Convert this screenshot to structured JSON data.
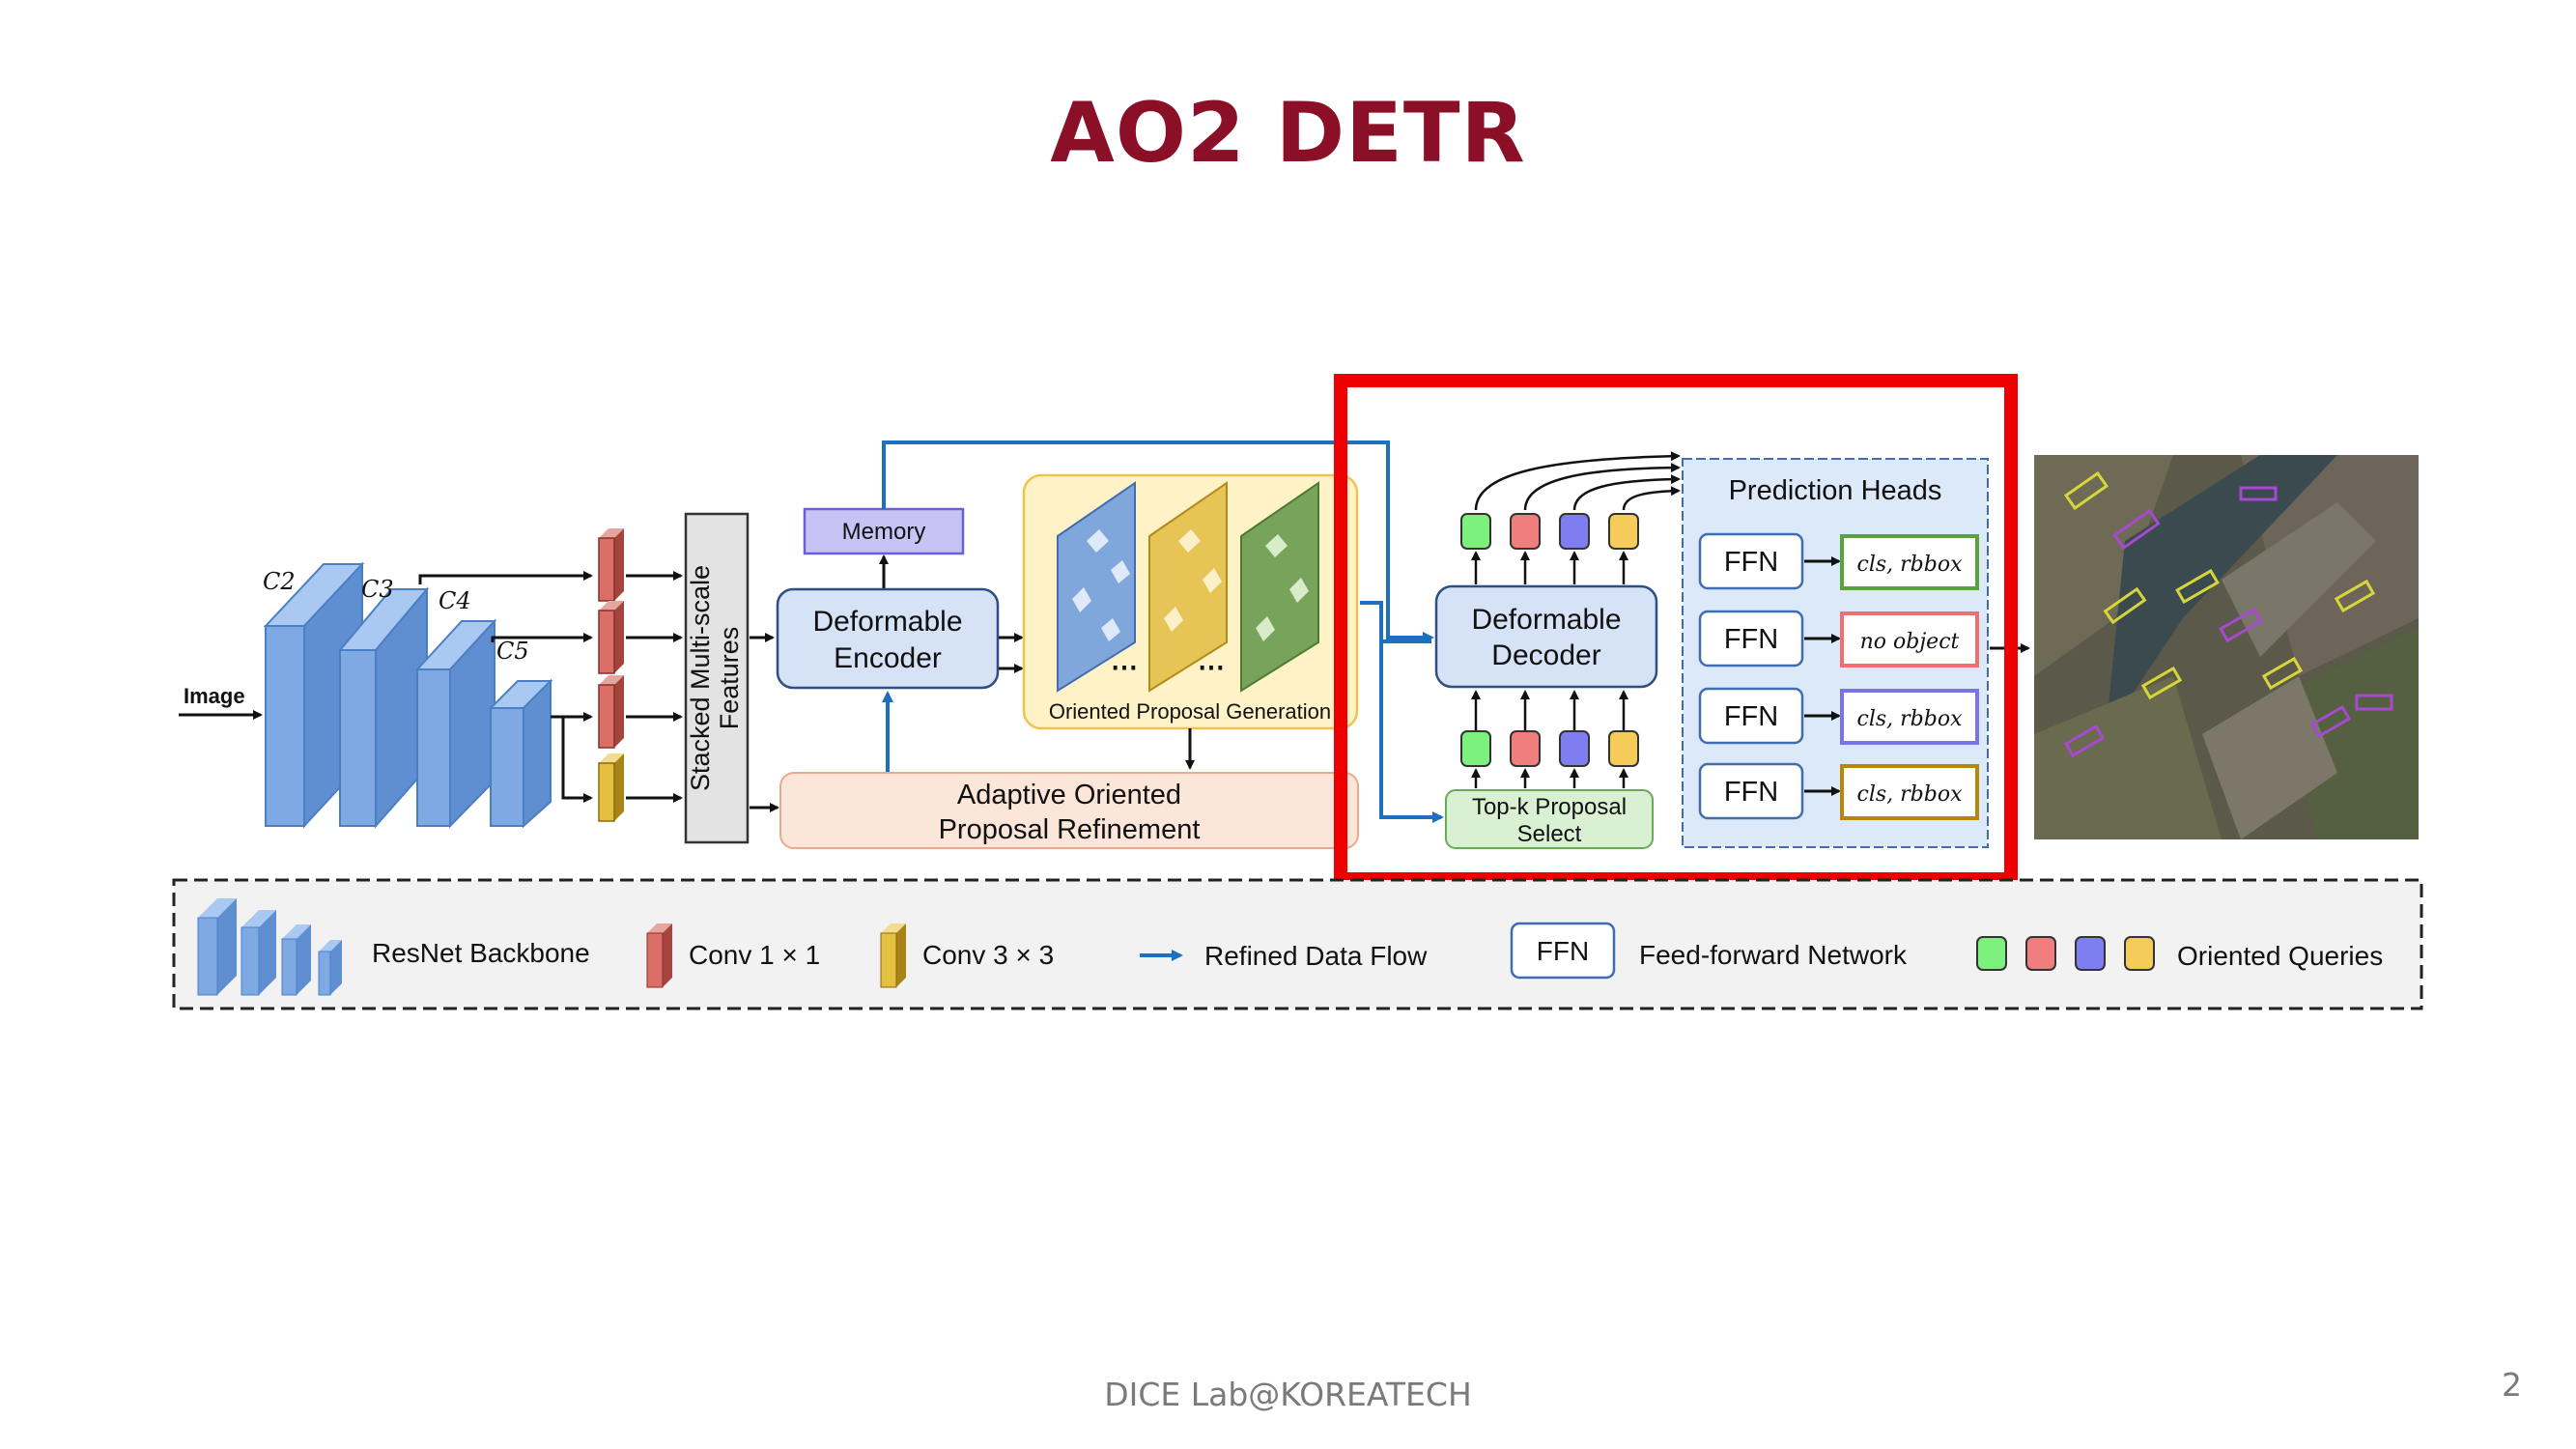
{
  "slide": {
    "title": "AO2 DETR",
    "footer": "DICE Lab@KOREATECH",
    "page_number": "2"
  },
  "diagram": {
    "input_label": "Image",
    "backbone_stages": [
      "C2",
      "C3",
      "C4",
      "C5"
    ],
    "stacked_label_line1": "Stacked Multi-scale",
    "stacked_label_line2": "Features",
    "memory": "Memory",
    "encoder_line1": "Deformable",
    "encoder_line2": "Encoder",
    "proposal_generation": "Oriented  Proposal  Generation",
    "refinement_line1": "Adaptive  Oriented",
    "refinement_line2": "Proposal Refinement",
    "decoder_line1": "Deformable",
    "decoder_line2": "Decoder",
    "topk_line1": "Top-k Proposal",
    "topk_line2": "Select",
    "prediction_heads_title": "Prediction Heads",
    "heads": [
      {
        "ffn": "FFN",
        "output": "cls, rbbox",
        "color": "#5aa33c"
      },
      {
        "ffn": "FFN",
        "output": "no object",
        "color": "#ef6f6f"
      },
      {
        "ffn": "FFN",
        "output": "cls, rbbox",
        "color": "#7a74ea"
      },
      {
        "ffn": "FFN",
        "output": "cls, rbbox",
        "color": "#b8860b"
      }
    ],
    "query_colors": [
      "#7ef07e",
      "#f07e7e",
      "#7e7ef0",
      "#f5cc5a"
    ],
    "highlight_color": "#ee0000"
  },
  "legend": {
    "backbone": "ResNet Backbone",
    "conv1": "Conv 1 × 1",
    "conv3": "Conv 3 × 3",
    "flow": "Refined Data Flow",
    "ffn_box": "FFN",
    "ffn_desc": "Feed-forward Network",
    "queries": "Oriented Queries"
  }
}
